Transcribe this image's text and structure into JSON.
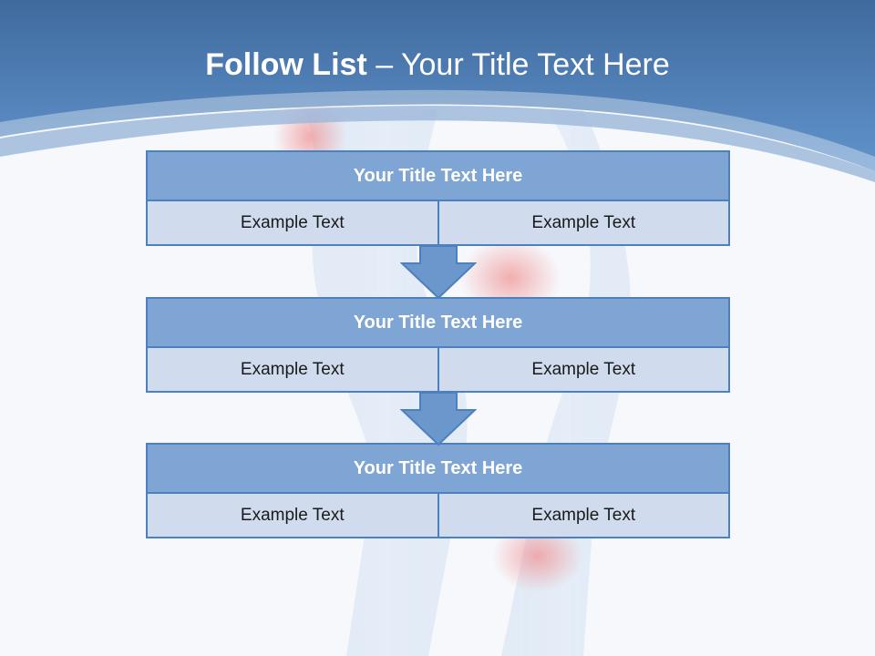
{
  "slide": {
    "title_bold": "Follow List",
    "title_rest": " – Your Title Text Here"
  },
  "steps": [
    {
      "title": "Your Title Text Here",
      "left": "Example Text",
      "right": "Example Text"
    },
    {
      "title": "Your Title Text Here",
      "left": "Example Text",
      "right": "Example Text"
    },
    {
      "title": "Your Title Text Here",
      "left": "Example Text",
      "right": "Example Text"
    }
  ],
  "colors": {
    "header_band": "#4f7fb8",
    "block_title": "#7ea5d3",
    "block_cell": "#d0dcee",
    "border": "#4d80bf",
    "arrow": "#6b97cc"
  },
  "icons": [
    "down-arrow-icon"
  ]
}
